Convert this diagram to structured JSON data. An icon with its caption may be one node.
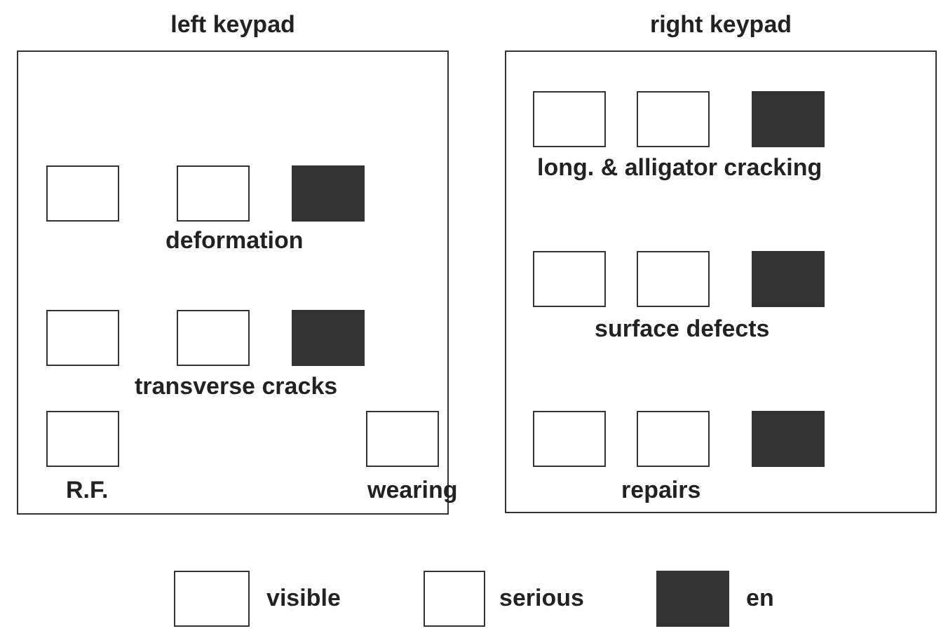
{
  "diagram": {
    "nodes": [
      {
        "text": [
          "left keypad"
        ]
      },
      {
        "text": [],
        "shape": "box",
        "in": 0
      },
      {
        "text": [],
        "shape": "box",
        "in": 0
      },
      {
        "text": [],
        "shape": "box",
        "in": 0
      },
      {
        "text": [],
        "shape": "box",
        "in": 0
      },
      {
        "text": [],
        "shape": "box",
        "in": 0
      },
      {
        "text": [],
        "shape": "box",
        "in": 0
      },
      {
        "text": [],
        "shape": "box",
        "in": 0
      },
      {
        "text": [],
        "shape": "box",
        "in": 0
      },
      {
        "text": [
          "right keypad"
        ]
      },
      {
        "text": [],
        "shape": "box",
        "in": 9
      },
      {
        "text": [],
        "shape": "box",
        "in": 9
      },
      {
        "text": [],
        "shape": "box",
        "in": 9
      },
      {
        "text": [],
        "shape": "box",
        "in": 9
      },
      {
        "text": [],
        "shape": "box",
        "in": 9
      },
      {
        "text": [],
        "shape": "box",
        "in": 9
      },
      {
        "text": [],
        "shape": "box",
        "in": 9
      },
      {
        "text": [],
        "shape": "box",
        "in": 9
      },
      {
        "text": [],
        "shape": "box",
        "in": 9
      }
    ],
    "labels": [
      "long. & alligator cracking",
      "deformation",
      "surface defects",
      "transverse cracks",
      "R.F.",
      "wearing",
      "repairs"
    ],
    "legend": [
      {
        "text": "visible",
        "color": "#ffffff"
      },
      {
        "text": "serious",
        "color": "#ffffff"
      },
      {
        "text": "en",
        "color": "#333333"
      }
    ]
  }
}
